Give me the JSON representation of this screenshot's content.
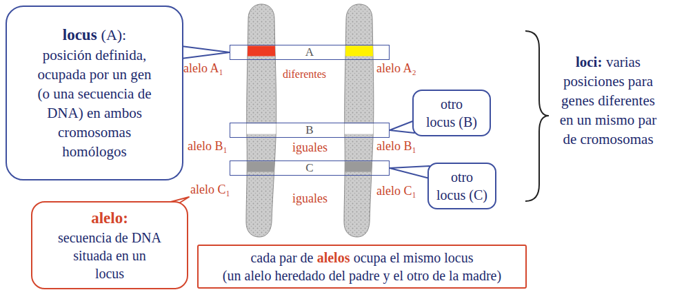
{
  "diagram": {
    "nodes": [
      {
        "text": [
          "locus",
          "(A):",
          "posición definida, ocupada por un gen (o una secuencia de DNA) en ambos cromosomas homólogos"
        ]
      },
      {
        "text": [
          "A"
        ]
      },
      {
        "text": [
          "B"
        ]
      },
      {
        "text": [
          "C"
        ]
      },
      {
        "text": [
          "otro locus (B)"
        ]
      },
      {
        "text": [
          "otro locus (C)"
        ]
      },
      {
        "text": [
          "alelo:",
          "secuencia de DNA situada en un locus"
        ]
      },
      {
        "text": [
          "cada par de",
          "alelos",
          "ocupa el mismo locus",
          "(un alelo heredado del padre y el otro de la madre)"
        ]
      }
    ],
    "edges": [
      {
        "from": 0,
        "to": 1,
        "arrow": "none"
      },
      {
        "from": 4,
        "to": 2,
        "arrow": "none"
      },
      {
        "from": 5,
        "to": 3,
        "arrow": "none"
      }
    ],
    "labels": [
      "alelo A₁",
      "diferentes",
      "alelo A₂",
      "alelo B₁",
      "iguales",
      "alelo B₁",
      "alelo C₁",
      "iguales",
      "alelo C₁",
      "loci:",
      "varias posiciones para genes diferentes en un mismo par de cromosomas"
    ]
  }
}
